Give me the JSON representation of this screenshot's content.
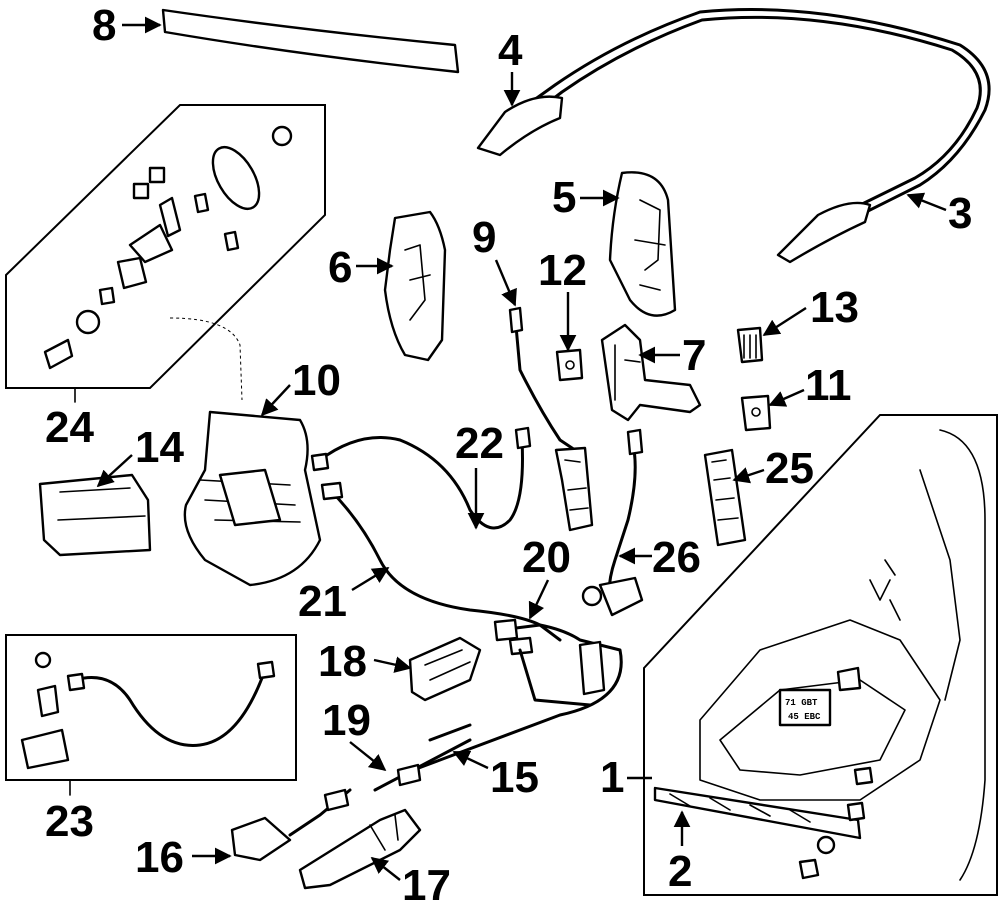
{
  "callouts": {
    "c1": "1",
    "c2": "2",
    "c3": "3",
    "c4": "4",
    "c5": "5",
    "c6": "6",
    "c7": "7",
    "c8": "8",
    "c9": "9",
    "c10": "10",
    "c11": "11",
    "c12": "12",
    "c13": "13",
    "c14": "14",
    "c15": "15",
    "c16": "16",
    "c17": "17",
    "c18": "18",
    "c19": "19",
    "c20": "20",
    "c21": "21",
    "c22": "22",
    "c23": "23",
    "c24": "24",
    "c25": "25",
    "c26": "26"
  },
  "labels": {
    "label_line1": "71 GBT",
    "label_line2": "45 EBC"
  }
}
